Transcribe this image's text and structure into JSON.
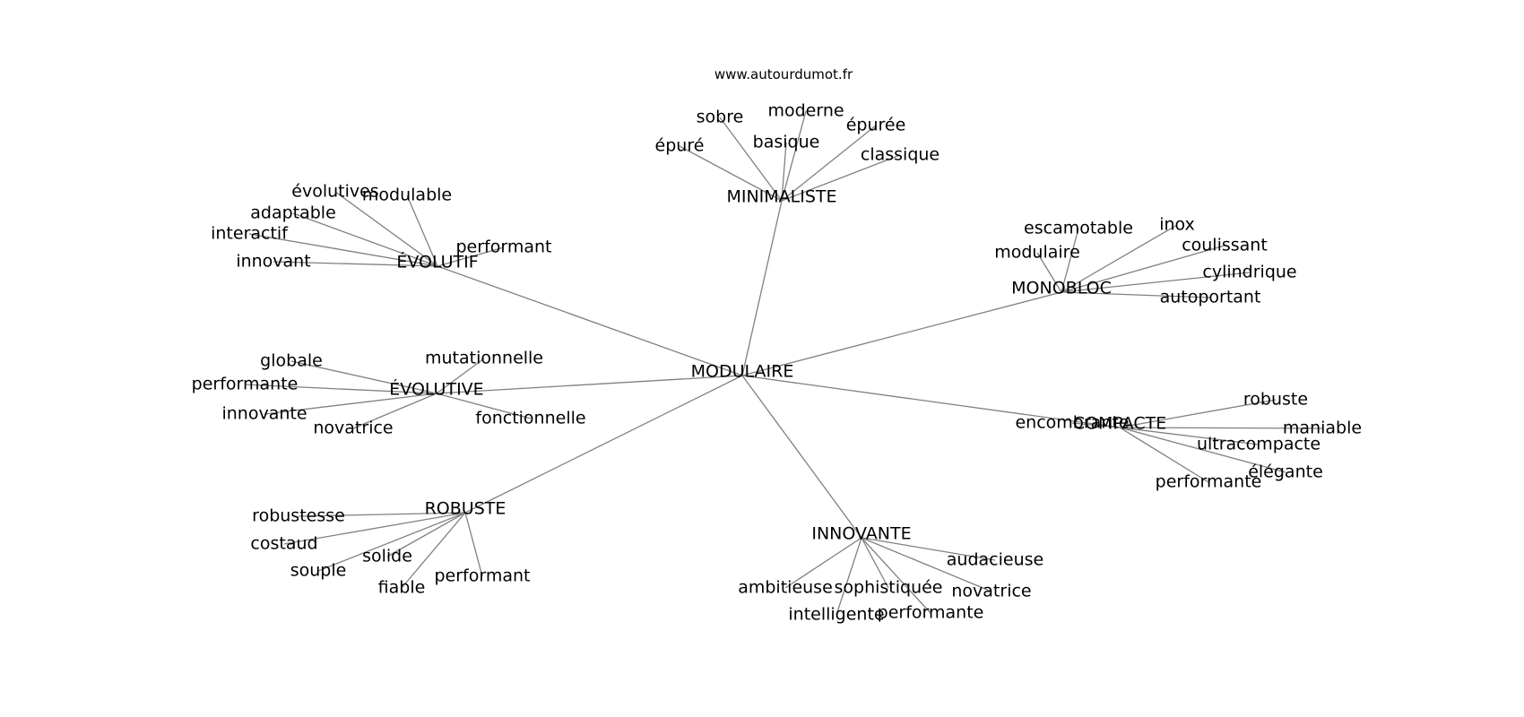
{
  "source": "www.autourdumot.fr",
  "graph": {
    "center": {
      "id": "n0",
      "label": "MODULAIRE"
    },
    "hubs": [
      {
        "id": "h1",
        "label": "MINIMALISTE",
        "children": [
          {
            "id": "h1c1",
            "label": "sobre"
          },
          {
            "id": "h1c2",
            "label": "moderne"
          },
          {
            "id": "h1c3",
            "label": "épurée"
          },
          {
            "id": "h1c4",
            "label": "basique"
          },
          {
            "id": "h1c5",
            "label": "épuré"
          },
          {
            "id": "h1c6",
            "label": "classique"
          }
        ]
      },
      {
        "id": "h2",
        "label": "ÉVOLUTIF",
        "children": [
          {
            "id": "h2c1",
            "label": "évolutives"
          },
          {
            "id": "h2c2",
            "label": "modulable"
          },
          {
            "id": "h2c3",
            "label": "adaptable"
          },
          {
            "id": "h2c4",
            "label": "interactif"
          },
          {
            "id": "h2c5",
            "label": "performant"
          },
          {
            "id": "h2c6",
            "label": "innovant"
          }
        ]
      },
      {
        "id": "h3",
        "label": "MONOBLOC",
        "children": [
          {
            "id": "h3c1",
            "label": "escamotable"
          },
          {
            "id": "h3c2",
            "label": "inox"
          },
          {
            "id": "h3c3",
            "label": "coulissant"
          },
          {
            "id": "h3c4",
            "label": "modulaire"
          },
          {
            "id": "h3c5",
            "label": "cylindrique"
          },
          {
            "id": "h3c6",
            "label": "autoportant"
          }
        ]
      },
      {
        "id": "h4",
        "label": "ÉVOLUTIVE",
        "children": [
          {
            "id": "h4c1",
            "label": "globale"
          },
          {
            "id": "h4c2",
            "label": "mutationnelle"
          },
          {
            "id": "h4c3",
            "label": "performante"
          },
          {
            "id": "h4c4",
            "label": "innovante"
          },
          {
            "id": "h4c5",
            "label": "fonctionnelle"
          },
          {
            "id": "h4c6",
            "label": "novatrice"
          }
        ]
      },
      {
        "id": "h5",
        "label": "COMPACTE",
        "children": [
          {
            "id": "h5c1",
            "label": "robuste"
          },
          {
            "id": "h5c2",
            "label": "encombrante"
          },
          {
            "id": "h5c3",
            "label": "maniable"
          },
          {
            "id": "h5c4",
            "label": "ultracompacte"
          },
          {
            "id": "h5c5",
            "label": "élégante"
          },
          {
            "id": "h5c6",
            "label": "performante"
          }
        ]
      },
      {
        "id": "h6",
        "label": "ROBUSTE",
        "children": [
          {
            "id": "h6c1",
            "label": "robustesse"
          },
          {
            "id": "h6c2",
            "label": "costaud"
          },
          {
            "id": "h6c3",
            "label": "solide"
          },
          {
            "id": "h6c4",
            "label": "souple"
          },
          {
            "id": "h6c5",
            "label": "fiable"
          },
          {
            "id": "h6c6",
            "label": "performant"
          }
        ]
      },
      {
        "id": "h7",
        "label": "INNOVANTE",
        "children": [
          {
            "id": "h7c1",
            "label": "audacieuse"
          },
          {
            "id": "h7c2",
            "label": "ambitieuse"
          },
          {
            "id": "h7c3",
            "label": "sophistiquée"
          },
          {
            "id": "h7c4",
            "label": "novatrice"
          },
          {
            "id": "h7c5",
            "label": "intelligente"
          },
          {
            "id": "h7c6",
            "label": "performante"
          }
        ]
      }
    ]
  }
}
